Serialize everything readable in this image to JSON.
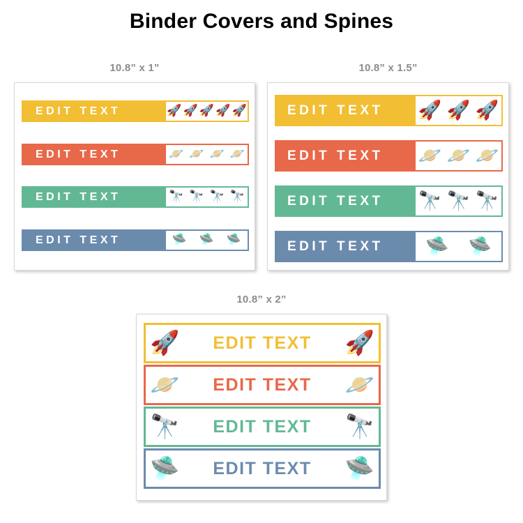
{
  "page": {
    "title": "Binder Covers and Spines",
    "background": "#ffffff",
    "title_color": "#000000",
    "label_color": "#8c8c8c"
  },
  "theme": {
    "colors": {
      "yellow": "#F2BE33",
      "orange": "#E8684A",
      "green": "#63B894",
      "blue": "#6B8BAD",
      "white": "#ffffff"
    },
    "spine_text": "EDIT TEXT"
  },
  "sheets": [
    {
      "id": "sheet-a",
      "size_label": "10.8” x 1”",
      "style": "solid",
      "spines": [
        {
          "text": "EDIT TEXT",
          "color": "#F2BE33",
          "icon": "rocket-icon",
          "glyph": "🚀",
          "icon_count": 5
        },
        {
          "text": "EDIT TEXT",
          "color": "#E8684A",
          "icon": "planet-icon",
          "glyph": "🪐",
          "icon_count": 4
        },
        {
          "text": "EDIT TEXT",
          "color": "#63B894",
          "icon": "telescope-icon",
          "glyph": "🔭",
          "icon_count": 4
        },
        {
          "text": "EDIT TEXT",
          "color": "#6B8BAD",
          "icon": "ufo-icon",
          "glyph": "🛸",
          "icon_count": 3
        }
      ]
    },
    {
      "id": "sheet-b",
      "size_label": "10.8” x 1.5”",
      "style": "solid",
      "spines": [
        {
          "text": "EDIT TEXT",
          "color": "#F2BE33",
          "icon": "rocket-icon",
          "glyph": "🚀",
          "icon_count": 3
        },
        {
          "text": "EDIT TEXT",
          "color": "#E8684A",
          "icon": "planet-icon",
          "glyph": "🪐",
          "icon_count": 3
        },
        {
          "text": "EDIT TEXT",
          "color": "#63B894",
          "icon": "telescope-icon",
          "glyph": "🔭",
          "icon_count": 3
        },
        {
          "text": "EDIT TEXT",
          "color": "#6B8BAD",
          "icon": "ufo-icon",
          "glyph": "🛸",
          "icon_count": 2
        }
      ]
    },
    {
      "id": "sheet-c",
      "size_label": "10.8” x 2”",
      "style": "outline",
      "spines": [
        {
          "text": "EDIT TEXT",
          "color": "#F2BE33",
          "icon": "rocket-icon",
          "glyph": "🚀",
          "icon_count": 2
        },
        {
          "text": "EDIT TEXT",
          "color": "#E8684A",
          "icon": "planet-icon",
          "glyph": "🪐",
          "icon_count": 2
        },
        {
          "text": "EDIT TEXT",
          "color": "#63B894",
          "icon": "telescope-icon",
          "glyph": "🔭",
          "icon_count": 2
        },
        {
          "text": "EDIT TEXT",
          "color": "#6B8BAD",
          "icon": "ufo-icon",
          "glyph": "🛸",
          "icon_count": 2
        }
      ]
    }
  ]
}
